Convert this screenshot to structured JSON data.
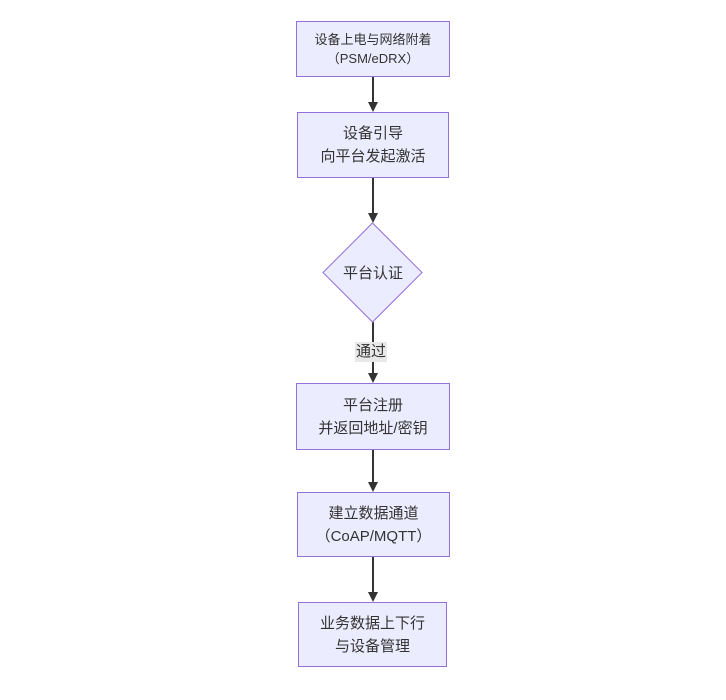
{
  "diagram": {
    "type": "flowchart",
    "direction": "top-down",
    "colors": {
      "background": "#FFFFFF",
      "node_fill": "#ECECFF",
      "node_border": "#9370DB",
      "line": "#333333",
      "edge_label_bg": "#E8E8E8",
      "text": "#333333"
    },
    "nodes": [
      {
        "id": "A",
        "shape": "rectangle",
        "lines": [
          "设备上电与网络附着",
          "（PSM/eDRX）"
        ]
      },
      {
        "id": "B",
        "shape": "rectangle",
        "lines": [
          "设备引导",
          "向平台发起激活"
        ]
      },
      {
        "id": "C",
        "shape": "diamond",
        "lines": [
          "平台认证"
        ]
      },
      {
        "id": "D",
        "shape": "rectangle",
        "lines": [
          "平台注册",
          "并返回地址/密钥"
        ]
      },
      {
        "id": "E",
        "shape": "rectangle",
        "lines": [
          "建立数据通道",
          "（CoAP/MQTT）"
        ]
      },
      {
        "id": "F",
        "shape": "rectangle",
        "lines": [
          "业务数据上下行",
          "与设备管理"
        ]
      }
    ],
    "edges": [
      {
        "from": "A",
        "to": "B",
        "label": ""
      },
      {
        "from": "B",
        "to": "C",
        "label": ""
      },
      {
        "from": "C",
        "to": "D",
        "label": "通过"
      },
      {
        "from": "D",
        "to": "E",
        "label": ""
      },
      {
        "from": "E",
        "to": "F",
        "label": ""
      }
    ]
  }
}
